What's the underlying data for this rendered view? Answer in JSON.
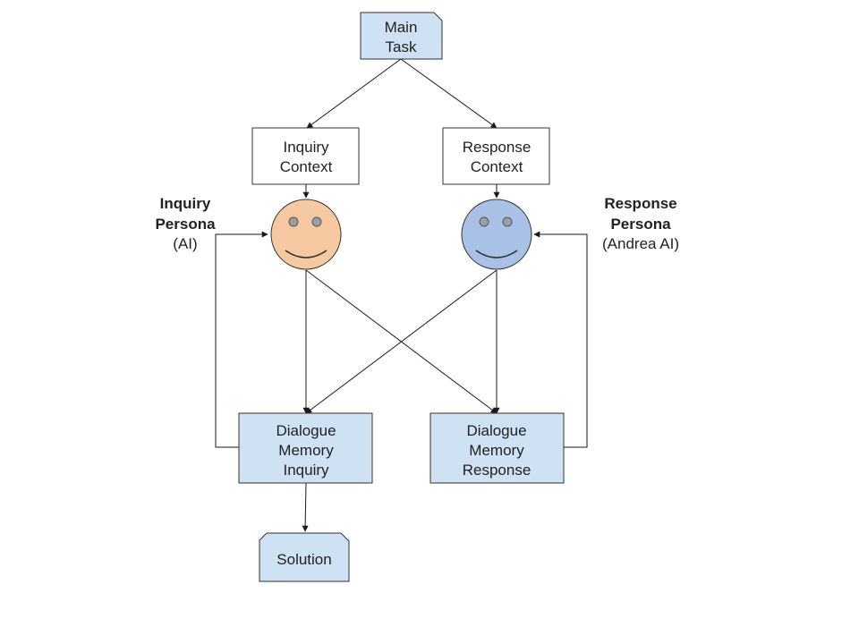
{
  "colors": {
    "doc_fill": "#cfe2f3",
    "context_fill": "#ffffff",
    "memory_fill": "#cfe2f3",
    "inquiry_face": "#f6c9a2",
    "response_face": "#a9c1e6",
    "line": "#1a1a1a"
  },
  "nodes": {
    "main_task": [
      "Main",
      "Task"
    ],
    "inquiry_context": [
      "Inquiry",
      "Context"
    ],
    "response_context": [
      "Response",
      "Context"
    ],
    "dialogue_memory_inquiry": [
      "Dialogue",
      "Memory",
      "Inquiry"
    ],
    "dialogue_memory_response": [
      "Dialogue",
      "Memory",
      "Response"
    ],
    "solution": [
      "Solution"
    ]
  },
  "personas": {
    "inquiry": {
      "name": [
        "Inquiry",
        "Persona"
      ],
      "sub": "(AI)",
      "icon": "smiley-face-icon"
    },
    "response": {
      "name": [
        "Response",
        "Persona"
      ],
      "sub": "(Andrea AI)",
      "icon": "smiley-face-icon"
    }
  }
}
